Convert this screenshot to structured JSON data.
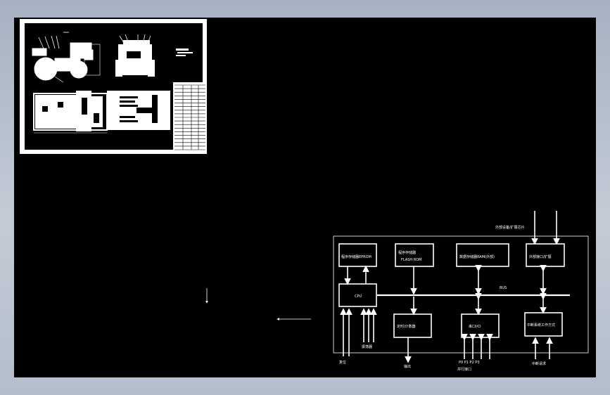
{
  "drawing": {
    "background_color": "#000000",
    "line_color": "#ffffff",
    "window_gradient_top": "#a6b2c2",
    "window_gradient_bottom": "#c3cbd6"
  },
  "thumbnail_sheet": {
    "title_block_rows": 18
  },
  "block_diagram": {
    "blocks": [
      {
        "id": "mem_block",
        "label": "程序存储器EPROM"
      },
      {
        "id": "data_mem",
        "label": "程序存储器",
        "sublabel": "FLASH ROM"
      },
      {
        "id": "ram_block",
        "label": "数据存储器RAM(外部)"
      },
      {
        "id": "io_block",
        "label": "外部接口/扩展"
      },
      {
        "id": "cpu_block",
        "label": "CPU"
      },
      {
        "id": "timer_block",
        "label": "定时/计数器"
      },
      {
        "id": "serial_block",
        "label": "串口I/O"
      },
      {
        "id": "interrupt_block",
        "label": "中断系统工作方式"
      }
    ],
    "bus_label": "BUS",
    "top_input_label": "外部设备/扩展芯片",
    "bottom_labels": {
      "cpu_in": "复位",
      "cpu_in2": "振荡器",
      "timer_out": "输出",
      "serial_pins": "P0 P1 P2 P3",
      "serial_caption": "并行接口",
      "interrupt_in": "中断请求"
    }
  }
}
